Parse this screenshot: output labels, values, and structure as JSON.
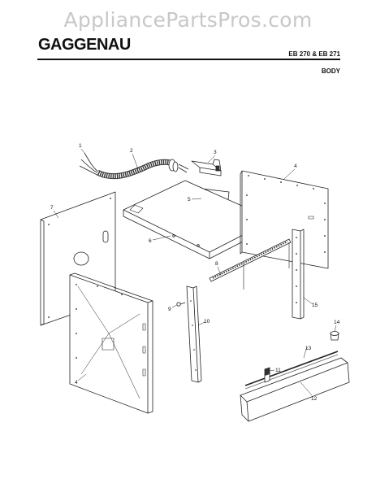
{
  "watermark": "AppliancePartsPros.com",
  "brand": "GAGGENAU",
  "model": "EB 270 & EB 271",
  "section": "BODY",
  "callouts": [
    "1",
    "2",
    "3",
    "4",
    "5",
    "6",
    "7",
    "8",
    "9",
    "10",
    "11",
    "12",
    "13",
    "14",
    "15",
    "6",
    "4"
  ]
}
